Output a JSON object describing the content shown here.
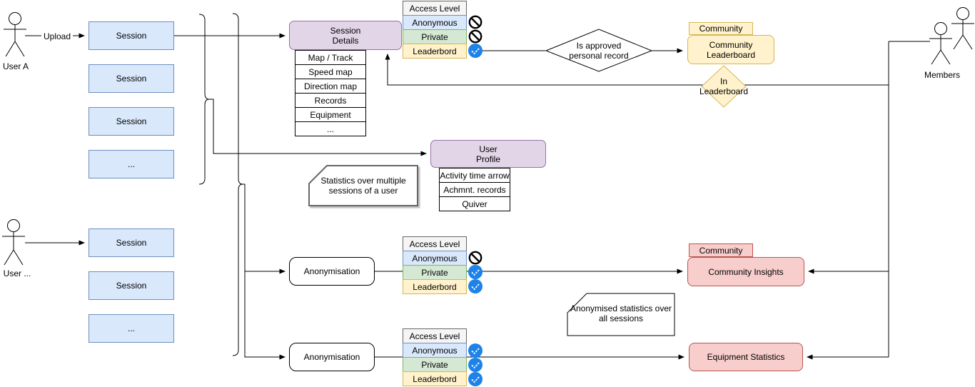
{
  "actors": {
    "user_a": "User A",
    "user_other": "User ...",
    "members": "Members"
  },
  "upload_label": "Upload",
  "user_a_sessions": [
    "Session",
    "Session",
    "Session",
    "..."
  ],
  "user_other_sessions": [
    "Session",
    "Session",
    "..."
  ],
  "session_details": {
    "title": "Session\nDetails",
    "items": [
      "Map / Track",
      "Speed map",
      "Direction map",
      "Records",
      "Equipment",
      "..."
    ]
  },
  "user_profile": {
    "title": "User\nProfile",
    "items": [
      "Activity time arrow",
      "Achmnt. records",
      "Quiver"
    ]
  },
  "access_tables": {
    "sessions": {
      "header": "Access Level",
      "rows": [
        {
          "label": "Anonymous",
          "access": "denied"
        },
        {
          "label": "Private",
          "access": "denied"
        },
        {
          "label": "Leaderbord",
          "access": "granted"
        }
      ]
    },
    "insights": {
      "header": "Access Level",
      "rows": [
        {
          "label": "Anonymous",
          "access": "denied"
        },
        {
          "label": "Private",
          "access": "granted"
        },
        {
          "label": "Leaderbord",
          "access": "granted"
        }
      ]
    },
    "equipment": {
      "header": "Access Level",
      "rows": [
        {
          "label": "Anonymous",
          "access": "granted"
        },
        {
          "label": "Private",
          "access": "granted"
        },
        {
          "label": "Leaderbord",
          "access": "granted"
        }
      ]
    }
  },
  "decision": {
    "label": "Is approved\npersonal record"
  },
  "in_leaderboard": {
    "label": "In\nLeaderboard"
  },
  "community_leaderboard": {
    "tab": "Community",
    "title": "Community\nLeaderboard"
  },
  "community_insights": {
    "tab": "Community",
    "title": "Community Insights"
  },
  "equipment_statistics": {
    "title": "Equipment Statistics"
  },
  "anonymisation_top": "Anonymisation",
  "anonymisation_bottom": "Anonymisation",
  "notes": {
    "user_stats": "Statistics over multiple\nsessions of a user",
    "anonymised_stats": "Anonymised statistics over\nall sessions"
  },
  "icons": {
    "granted": "blue-check-circle",
    "denied": "no-entry-sign"
  },
  "colors": {
    "session_fill": "#dae8fc",
    "session_stroke": "#6c8ebf",
    "purple_fill": "#e1d5e7",
    "purple_stroke": "#9673a6",
    "yellow_fill": "#fff2cc",
    "yellow_stroke": "#d6b656",
    "green_fill": "#d5e8d4",
    "green_stroke": "#82b366",
    "pink_fill": "#f8cecc",
    "pink_stroke": "#b85450",
    "header_fill": "#f5f5f5",
    "header_stroke": "#666666",
    "check_blue": "#1d83e8",
    "denied_black": "#000000"
  }
}
